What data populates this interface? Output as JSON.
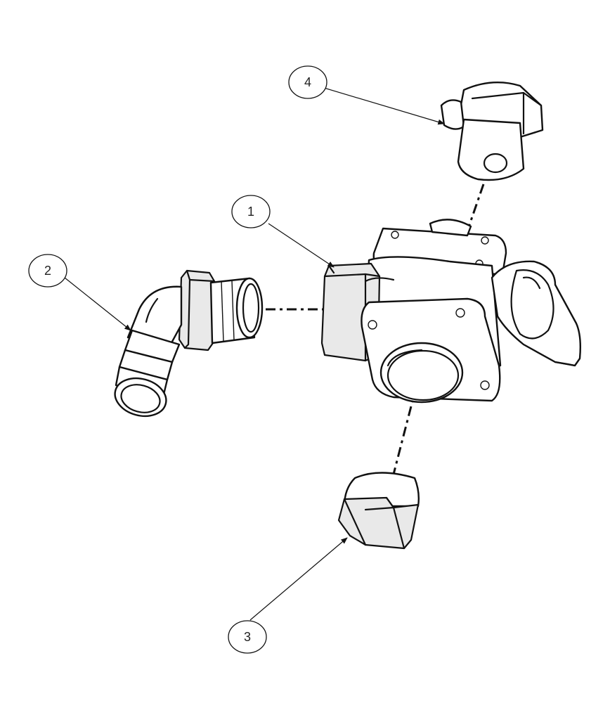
{
  "callouts": [
    {
      "id": "callout-1",
      "label": "1"
    },
    {
      "id": "callout-2",
      "label": "2"
    },
    {
      "id": "callout-3",
      "label": "3"
    },
    {
      "id": "callout-4",
      "label": "4"
    }
  ],
  "colors": {
    "line": "#111111",
    "background": "#ffffff",
    "shade": "#e9e9e9"
  },
  "parts": [
    "valve-body",
    "elbow-fitting",
    "end-cap",
    "breather-fitting"
  ]
}
